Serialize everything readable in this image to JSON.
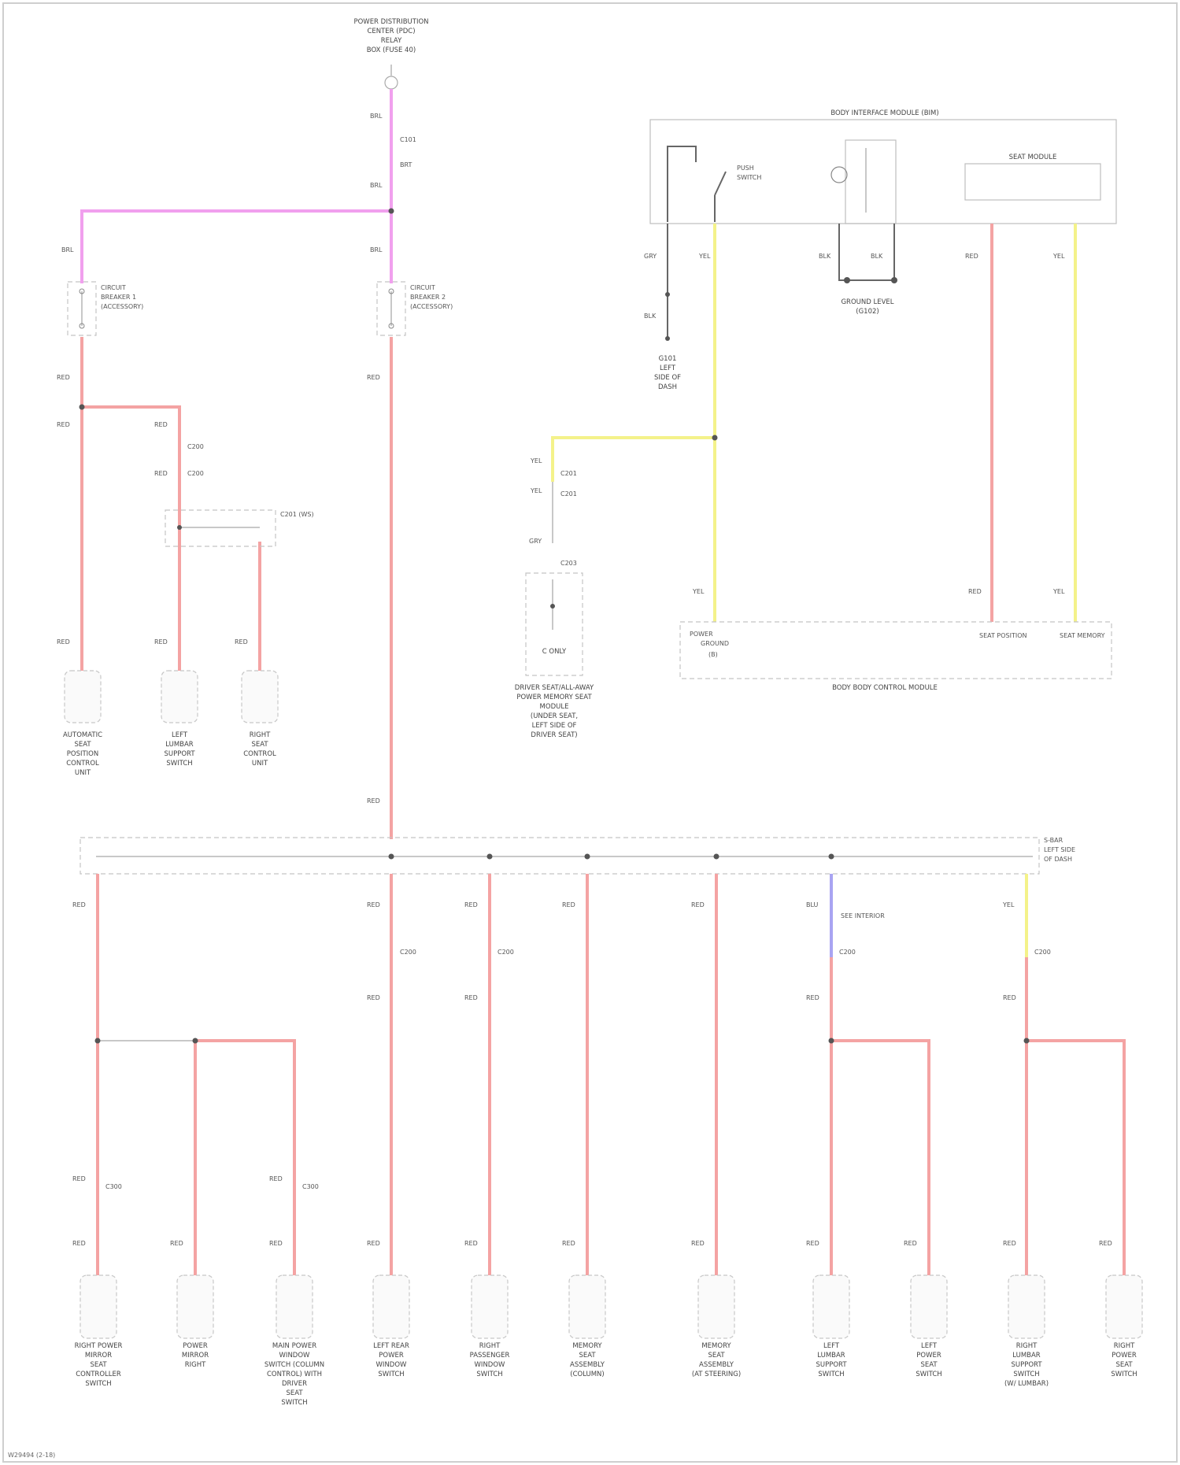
{
  "colors": {
    "red": "#f4a3a3",
    "pink": "#f1a0ee",
    "yellow": "#f4f28a",
    "blue": "#a9a4f2",
    "gray": "#c8c8c8",
    "dark": "#6a6a6a"
  },
  "top_source": {
    "label_lines": [
      "POWER DISTRIBUTION",
      "CENTER (PDC)",
      "RELAY",
      "BOX (FUSE 40)"
    ]
  },
  "relays": {
    "left": {
      "label_lines": [
        "CIRCUIT",
        "BREAKER 1",
        "(ACCESSORY)"
      ]
    },
    "right": {
      "label_lines": [
        "CIRCUIT",
        "BREAKER 2",
        "(ACCESSORY)"
      ]
    }
  },
  "left_connector": {
    "label": "C201 (WS)"
  },
  "module": {
    "title": "BODY INTERFACE MODULE (BIM)",
    "switch_label_lines": [
      "PUSH",
      "SWITCH"
    ],
    "inner_box_label": "SEAT MODULE"
  },
  "ground_label_lines": [
    "GROUND LEVEL",
    "(G102)"
  ],
  "ground_left_label_lines": [
    "G101",
    "LEFT",
    "SIDE OF",
    "DASH"
  ],
  "mid_switch": {
    "inner_label": "C ONLY",
    "label_lines": [
      "DRIVER SEAT/ALL-AWAY",
      "POWER MEMORY SEAT",
      "MODULE",
      "(UNDER SEAT,",
      "LEFT SIDE OF",
      "DRIVER SEAT)"
    ]
  },
  "right_module": {
    "title": "BODY BODY CONTROL MODULE",
    "left_label_lines": [
      "POWER",
      "GROUND",
      "(B)"
    ],
    "mid_label": "SEAT POSITION",
    "right_label": "SEAT MEMORY"
  },
  "bus_label_lines": [
    "S-BAR",
    "LEFT SIDE",
    "OF DASH"
  ],
  "blue_note": "SEE INTERIOR",
  "upper_components": [
    {
      "label_lines": [
        "AUTOMATIC",
        "SEAT",
        "POSITION",
        "CONTROL",
        "UNIT"
      ]
    },
    {
      "label_lines": [
        "LEFT",
        "LUMBAR",
        "SUPPORT",
        "SWITCH"
      ]
    },
    {
      "label_lines": [
        "RIGHT",
        "SEAT",
        "CONTROL",
        "UNIT"
      ]
    }
  ],
  "lower_components": [
    {
      "label_lines": [
        "RIGHT POWER",
        "MIRROR",
        "SEAT",
        "CONTROLLER",
        "SWITCH"
      ]
    },
    {
      "label_lines": [
        "POWER",
        "MIRROR",
        "RIGHT"
      ]
    },
    {
      "label_lines": [
        "MAIN POWER",
        "WINDOW",
        "SWITCH (COLUMN",
        "CONTROL) WITH",
        "DRIVER",
        "SEAT",
        "SWITCH"
      ]
    },
    {
      "label_lines": [
        "LEFT REAR",
        "POWER",
        "WINDOW",
        "SWITCH"
      ]
    },
    {
      "label_lines": [
        "RIGHT",
        "PASSENGER",
        "WINDOW",
        "SWITCH"
      ]
    },
    {
      "label_lines": [
        "MEMORY",
        "SEAT",
        "ASSEMBLY",
        "(COLUMN)"
      ]
    },
    {
      "label_lines": [
        "MEMORY",
        "SEAT",
        "ASSEMBLY",
        "(AT STEERING)"
      ]
    },
    {
      "label_lines": [
        "LEFT",
        "LUMBAR",
        "SUPPORT",
        "SWITCH"
      ]
    },
    {
      "label_lines": [
        "LEFT",
        "POWER",
        "SEAT",
        "SWITCH"
      ]
    },
    {
      "label_lines": [
        "RIGHT",
        "LUMBAR",
        "SUPPORT",
        "SWITCH",
        "(W/ LUMBAR)"
      ]
    },
    {
      "label_lines": [
        "RIGHT",
        "POWER",
        "SEAT",
        "SWITCH"
      ]
    }
  ],
  "footer": "W29494 (2-18)"
}
